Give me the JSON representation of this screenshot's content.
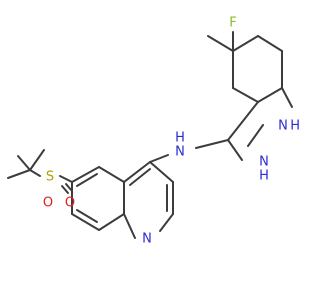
{
  "molecule": {
    "atoms": [
      {
        "id": "F",
        "label": "F",
        "color": "#8fba27"
      },
      {
        "id": "N1",
        "label": "N",
        "color": "#2b2bd6"
      },
      {
        "id": "N1H",
        "label": "H",
        "color": "#2b2bd6"
      },
      {
        "id": "N2",
        "label": "N",
        "color": "#2b2bd6"
      },
      {
        "id": "N2H",
        "label": "H",
        "color": "#2b2bd6"
      },
      {
        "id": "N3",
        "label": "N",
        "color": "#2b2bd6"
      },
      {
        "id": "N3H",
        "label": "H",
        "color": "#2b2bd6"
      },
      {
        "id": "S",
        "label": "S",
        "color": "#b3a000"
      },
      {
        "id": "O1",
        "label": "O",
        "color": "#e01d1d"
      },
      {
        "id": "O2",
        "label": "O",
        "color": "#e01d1d"
      },
      {
        "id": "N4",
        "label": "N",
        "color": "#2b2bd6"
      }
    ]
  }
}
